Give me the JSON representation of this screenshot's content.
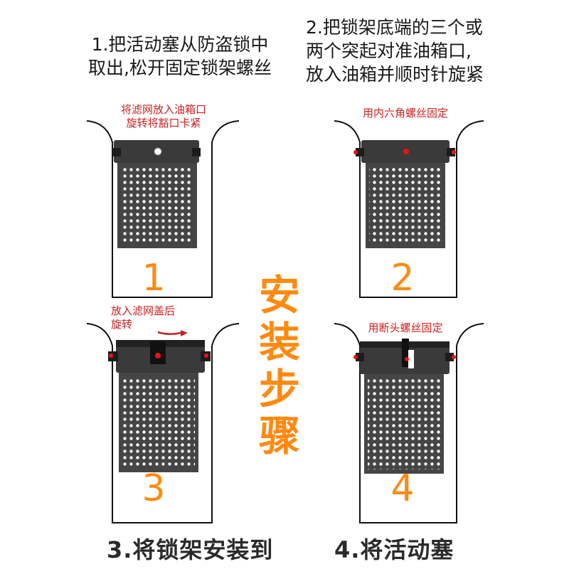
{
  "captions": {
    "step1": "1.把活动塞从防盗锁中\n取出,松开固定锁架螺丝",
    "step2": "2.把锁架底端的三个或\n两个突起对准油箱口,\n放入油箱并顺时针旋紧"
  },
  "panels": [
    {
      "number": "1",
      "note": "将滤网放入油箱口\n旋转将豁口卡紧"
    },
    {
      "number": "2",
      "note": "用内六角螺丝固定"
    },
    {
      "number": "3",
      "note": "放入滤网盖后\n旋转"
    },
    {
      "number": "4",
      "note": "用断头螺丝固定"
    }
  ],
  "center_title": [
    "安",
    "装",
    "步",
    "骤"
  ],
  "bottom_labels": {
    "left": "3.将锁架安装到",
    "right": "4.将活动塞"
  },
  "colors": {
    "accent_orange": "#ff8a12",
    "note_red": "#cc1f1f",
    "filter_dark": "#454545",
    "bracket_dark": "#3a3a3a"
  }
}
